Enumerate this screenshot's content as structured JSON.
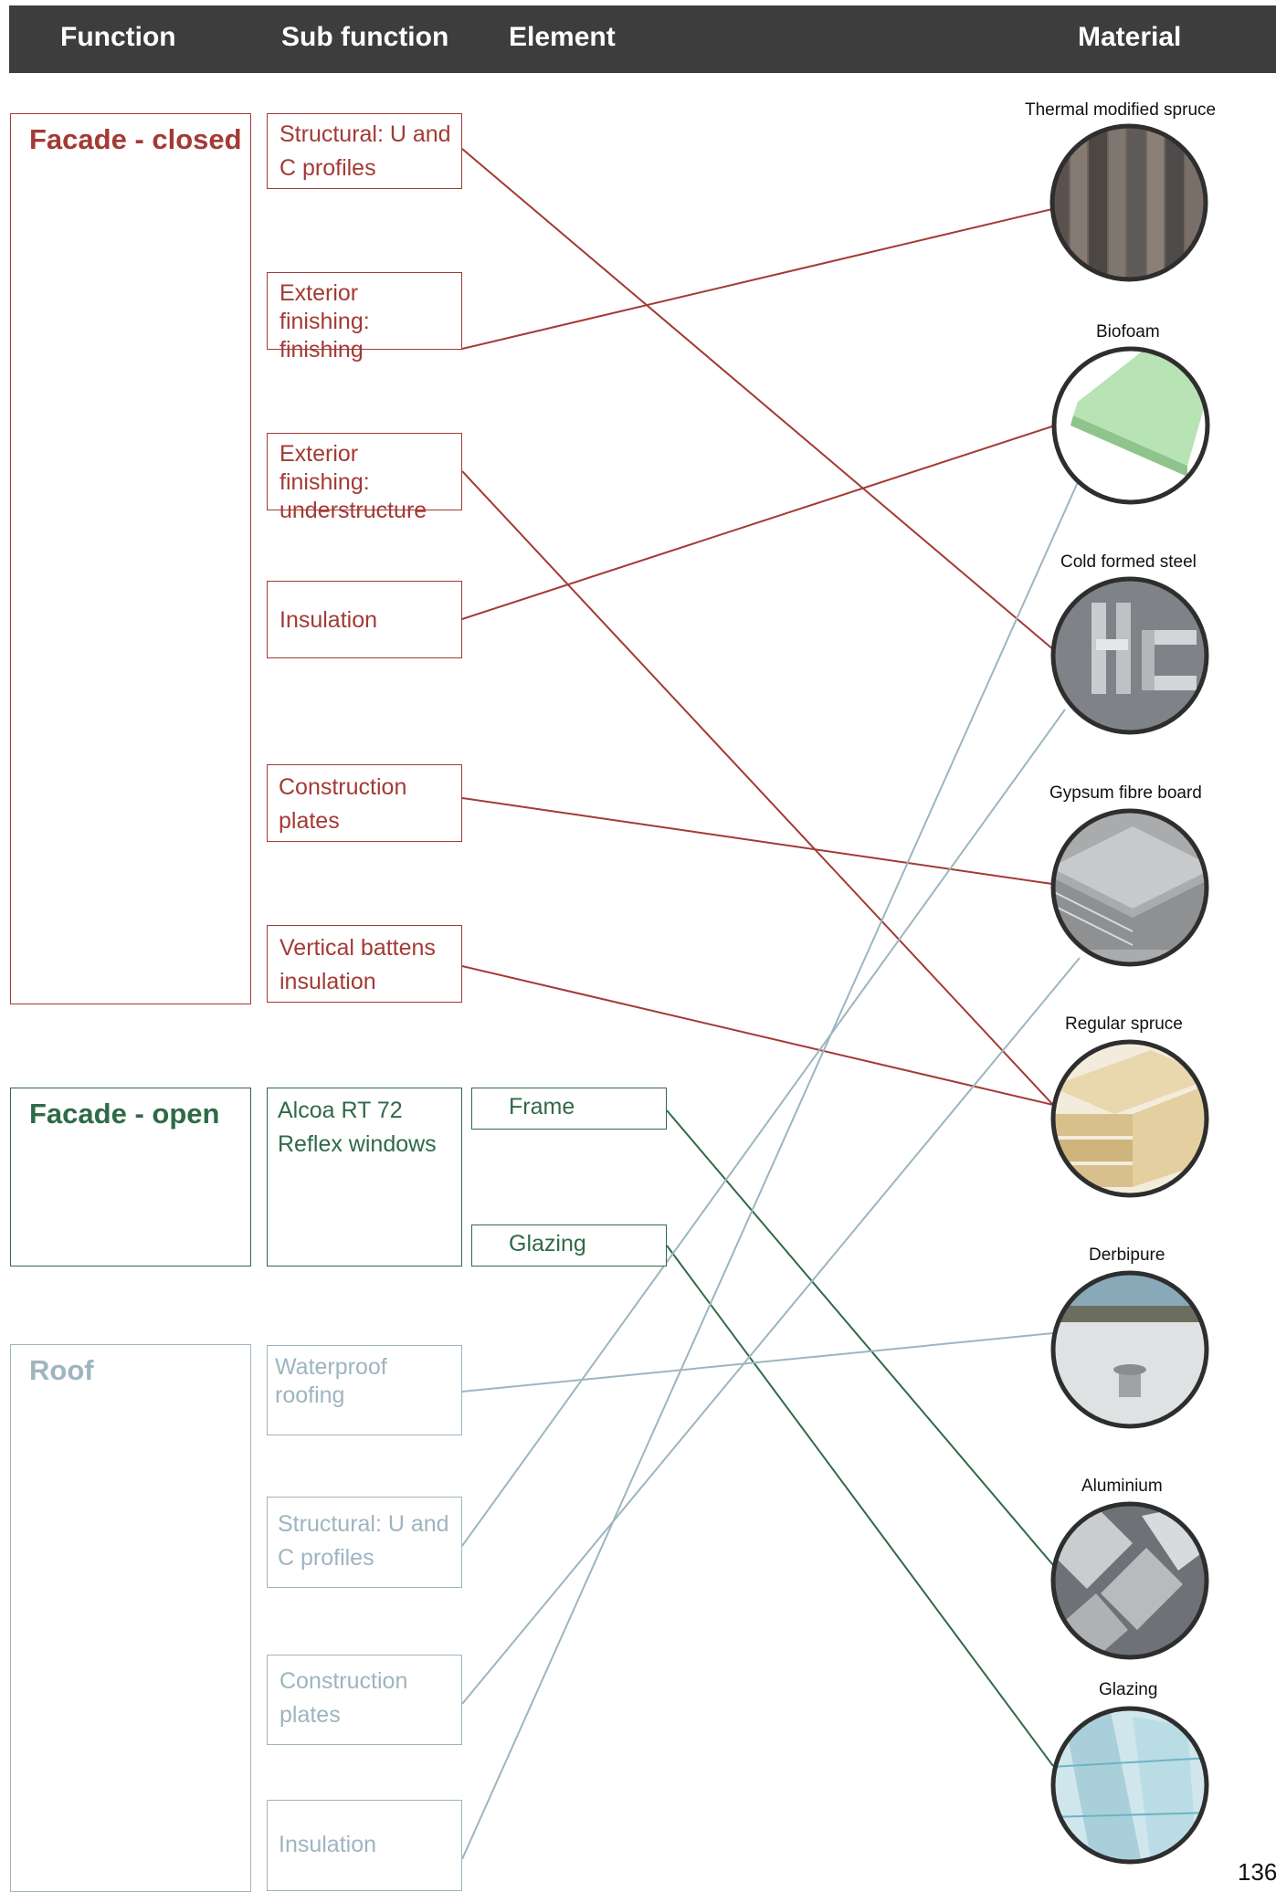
{
  "header": {
    "function": "Function",
    "sub_function": "Sub function",
    "element": "Element",
    "material": "Material",
    "background_color": "#3d3d3d"
  },
  "colors": {
    "facade_closed": "#a33a35",
    "facade_open": "#2f6a48",
    "roof": "#9db5c0"
  },
  "functions": {
    "facade_closed": "Facade - closed",
    "facade_open": "Facade - open",
    "roof": "Roof"
  },
  "subfunctions": {
    "fc_structural": "Structural: U and C profiles",
    "fc_exterior_finishing": "Exterior finishing: finishing",
    "fc_exterior_under": "Exterior finishing: understructure",
    "fc_insulation": "Insulation",
    "fc_construction_plates": "Construction plates",
    "fc_vertical_battens": "Vertical battens insulation",
    "fo_alcoa": "Alcoa RT 72 Reflex windows",
    "r_waterproof": "Waterproof roofing",
    "r_structural": "Structural: U and C profiles",
    "r_construction_plates": "Construction plates",
    "r_insulation": "Insulation"
  },
  "elements": {
    "frame": "Frame",
    "glazing": "Glazing"
  },
  "materials": {
    "thermal_spruce": "Thermal modified spruce",
    "biofoam": "Biofoam",
    "cold_formed_steel": "Cold formed steel",
    "gypsum_fibre_board": "Gypsum fibre board",
    "regular_spruce": "Regular spruce",
    "derbipure": "Derbipure",
    "aluminium": "Aluminium",
    "glazing": "Glazing"
  },
  "connections": [
    {
      "from": "fc_structural",
      "to": "cold_formed_steel",
      "group": "facade_closed"
    },
    {
      "from": "fc_exterior_finishing",
      "to": "thermal_spruce",
      "group": "facade_closed"
    },
    {
      "from": "fc_exterior_under",
      "to": "regular_spruce",
      "group": "facade_closed"
    },
    {
      "from": "fc_insulation",
      "to": "biofoam",
      "group": "facade_closed"
    },
    {
      "from": "fc_construction_plates",
      "to": "gypsum_fibre_board",
      "group": "facade_closed"
    },
    {
      "from": "fc_vertical_battens",
      "to": "regular_spruce",
      "group": "facade_closed"
    },
    {
      "from": "frame",
      "to": "aluminium",
      "group": "facade_open"
    },
    {
      "from": "glazing",
      "to": "glazing",
      "group": "facade_open"
    },
    {
      "from": "r_waterproof",
      "to": "derbipure",
      "group": "roof"
    },
    {
      "from": "r_structural",
      "to": "cold_formed_steel",
      "group": "roof"
    },
    {
      "from": "r_construction_plates",
      "to": "gypsum_fibre_board",
      "group": "roof"
    },
    {
      "from": "r_insulation",
      "to": "biofoam",
      "group": "roof"
    }
  ],
  "page_number": "136"
}
